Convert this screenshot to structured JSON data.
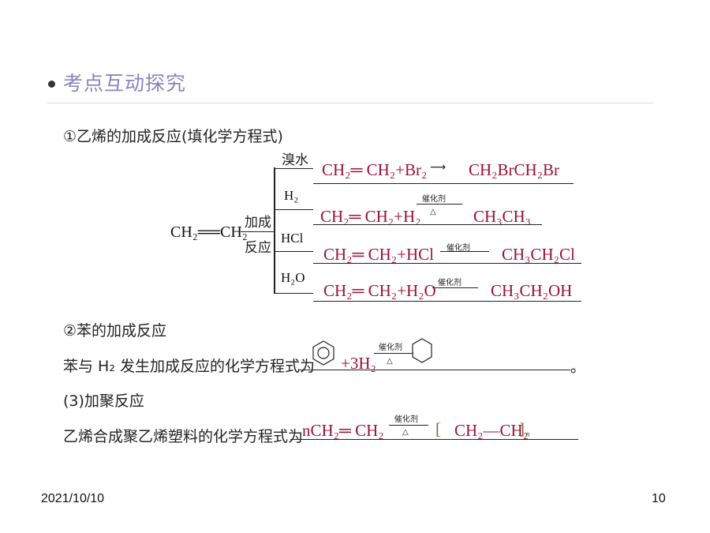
{
  "header": {
    "title": "考点互动探究"
  },
  "section1": {
    "heading": "①乙烯的加成反应(填化学方程式)",
    "reactant": "CH₂══CH₂",
    "branch_label_1": "加成",
    "branch_label_2": "反应",
    "reagents": [
      "溴水",
      "H₂",
      "HCl",
      "H₂O"
    ],
    "catalyst": "催化剂",
    "heat": "△",
    "eq1_left": "CH₂═ CH₂+Br₂",
    "eq1_right": "CH₂BrCH₂Br",
    "eq2_left": "CH₂═ CH₂+H₂",
    "eq2_right": "CH₃CH₃",
    "eq3_left": "CH₂═ CH₂+HCl",
    "eq3_right": "CH₃CH₂Cl",
    "eq4_left": "CH₂═ CH₂+H₂O",
    "eq4_right": "CH₃CH₂OH"
  },
  "section2": {
    "heading": "②苯的加成反应",
    "sentence": "苯与 H₂ 发生加成反应的化学方程式为",
    "plus_h2": "+3H₂",
    "catalyst": "催化剂",
    "heat": "△",
    "end_mark": "。"
  },
  "section3": {
    "heading": "(3)加聚反应",
    "sentence": "乙烯合成聚乙烯塑料的化学方程式为",
    "left": "nCH₂═ CH₂",
    "catalyst": "催化剂",
    "heat": "△",
    "product": "CH₂—CH₂",
    "bracket_open": "[",
    "bracket_close": "]",
    "n": "n"
  },
  "footer": {
    "date": "2021/10/10",
    "page": "10"
  }
}
